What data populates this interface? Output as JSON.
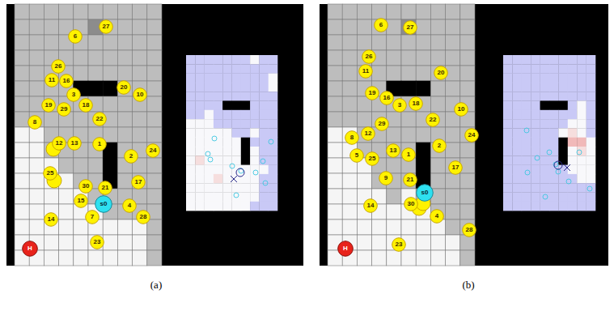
{
  "diagram": {
    "nodes": [
      {
        "text": [
          "27"
        ]
      },
      {
        "text": [
          "6"
        ]
      },
      {
        "text": [
          "26"
        ]
      },
      {
        "text": [
          "11"
        ]
      },
      {
        "text": [
          "16"
        ]
      },
      {
        "text": [
          "20"
        ]
      },
      {
        "text": [
          "3"
        ]
      },
      {
        "text": [
          "10"
        ]
      },
      {
        "text": [
          "19"
        ]
      },
      {
        "text": [
          "18"
        ]
      },
      {
        "text": [
          "29"
        ]
      },
      {
        "text": [
          "22"
        ]
      },
      {
        "text": [
          "8"
        ]
      },
      {
        "text": [
          "12"
        ]
      },
      {
        "text": [
          "13"
        ]
      },
      {
        "text": [
          "1"
        ]
      },
      {
        "text": [
          "24"
        ]
      },
      {
        "text": [
          "2"
        ]
      },
      {
        "text": [
          "25"
        ]
      },
      {
        "text": [
          "17"
        ]
      },
      {
        "text": [
          "30"
        ]
      },
      {
        "text": [
          "21"
        ]
      },
      {
        "text": [
          "15"
        ]
      },
      {
        "text": [
          "s0"
        ]
      },
      {
        "text": [
          "4"
        ]
      },
      {
        "text": [
          "7"
        ]
      },
      {
        "text": [
          "28"
        ]
      },
      {
        "text": [
          "14"
        ]
      },
      {
        "text": [
          "23"
        ]
      },
      {
        "text": [
          "H"
        ]
      },
      {
        "text": [
          "6"
        ]
      },
      {
        "text": [
          "27"
        ]
      },
      {
        "text": [
          "26"
        ]
      },
      {
        "text": [
          "11"
        ]
      },
      {
        "text": [
          "20"
        ]
      },
      {
        "text": [
          "19"
        ]
      },
      {
        "text": [
          "16"
        ]
      },
      {
        "text": [
          "3"
        ]
      },
      {
        "text": [
          "18"
        ]
      },
      {
        "text": [
          "10"
        ]
      },
      {
        "text": [
          "22"
        ]
      },
      {
        "text": [
          "29"
        ]
      },
      {
        "text": [
          "12"
        ]
      },
      {
        "text": [
          "24"
        ]
      },
      {
        "text": [
          "8"
        ]
      },
      {
        "text": [
          "2"
        ]
      },
      {
        "text": [
          "13"
        ]
      },
      {
        "text": [
          "1"
        ]
      },
      {
        "text": [
          "5"
        ]
      },
      {
        "text": [
          "25"
        ]
      },
      {
        "text": [
          "17"
        ]
      },
      {
        "text": [
          "9"
        ]
      },
      {
        "text": [
          "21"
        ]
      },
      {
        "text": [
          "s0"
        ]
      },
      {
        "text": [
          "30"
        ]
      },
      {
        "text": [
          "14"
        ]
      },
      {
        "text": [
          "4"
        ]
      },
      {
        "text": [
          "28"
        ]
      },
      {
        "text": [
          "23"
        ]
      },
      {
        "text": [
          "H"
        ]
      }
    ],
    "labels": [
      "(a)",
      "(b)"
    ]
  }
}
